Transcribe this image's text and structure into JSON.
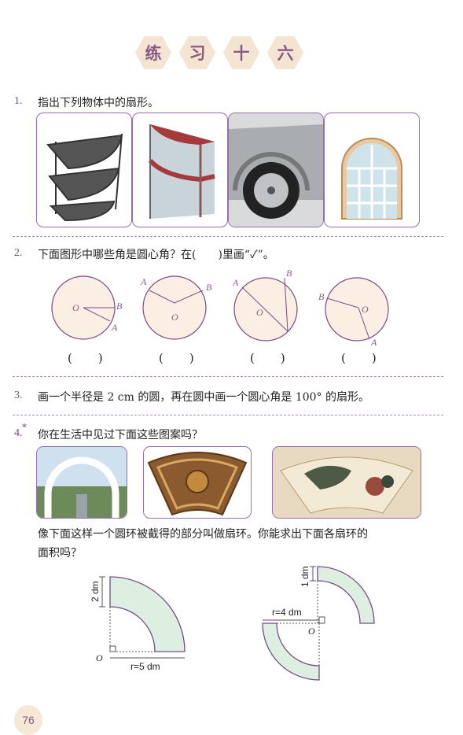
{
  "title_chars": [
    "练",
    "习",
    "十",
    "六"
  ],
  "q1": {
    "num": "1.",
    "text": "指出下列物体中的扇形。"
  },
  "q2": {
    "num": "2.",
    "text": "下面图形中哪些角是圆心角？在(　　)里画“✓”。",
    "paren": "(　　)",
    "labels": {
      "O": "O",
      "A": "A",
      "B": "B"
    }
  },
  "q3": {
    "num": "3.",
    "text": "画一个半径是 2 cm 的圆，再在圆中画一个圆心角是 100°  的扇形。"
  },
  "q4": {
    "num": "4.",
    "star": "*",
    "text": "你在生活中见过下面这些图案吗？",
    "desc_line1": "像下面这样一个圆环被截得的部分叫做扇环。你能求出下面各扇环的",
    "desc_line2": "面积吗？",
    "fig1": {
      "width_label": "2 dm",
      "radius_label": "r=5 dm",
      "center": "O"
    },
    "fig2": {
      "width_label": "1 dm",
      "radius_label": "r=4 dm",
      "center": "O"
    }
  },
  "page_number": "76",
  "colors": {
    "accent": "#7a4a8a",
    "title_bg": "#f4e4d2",
    "circle_fill": "#fbefe4",
    "annulus_fill": "#dcefe0"
  }
}
